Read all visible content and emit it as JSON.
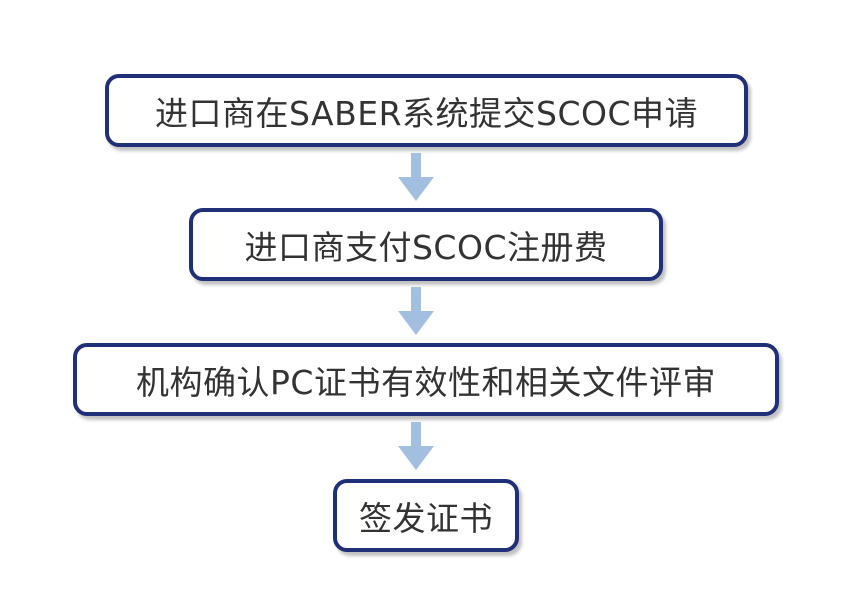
{
  "flowchart": {
    "steps": [
      {
        "label": "进口商在SABER系统提交SCOC申请"
      },
      {
        "label": "进口商支付SCOC注册费"
      },
      {
        "label": "机构确认PC证书有效性和相关文件评审"
      },
      {
        "label": "签发证书"
      }
    ],
    "colors": {
      "box_border": "#1f2f78",
      "arrow": "#a3bfe0",
      "text": "#333333"
    },
    "connectors": [
      "down-arrow",
      "down-arrow",
      "down-arrow"
    ]
  }
}
